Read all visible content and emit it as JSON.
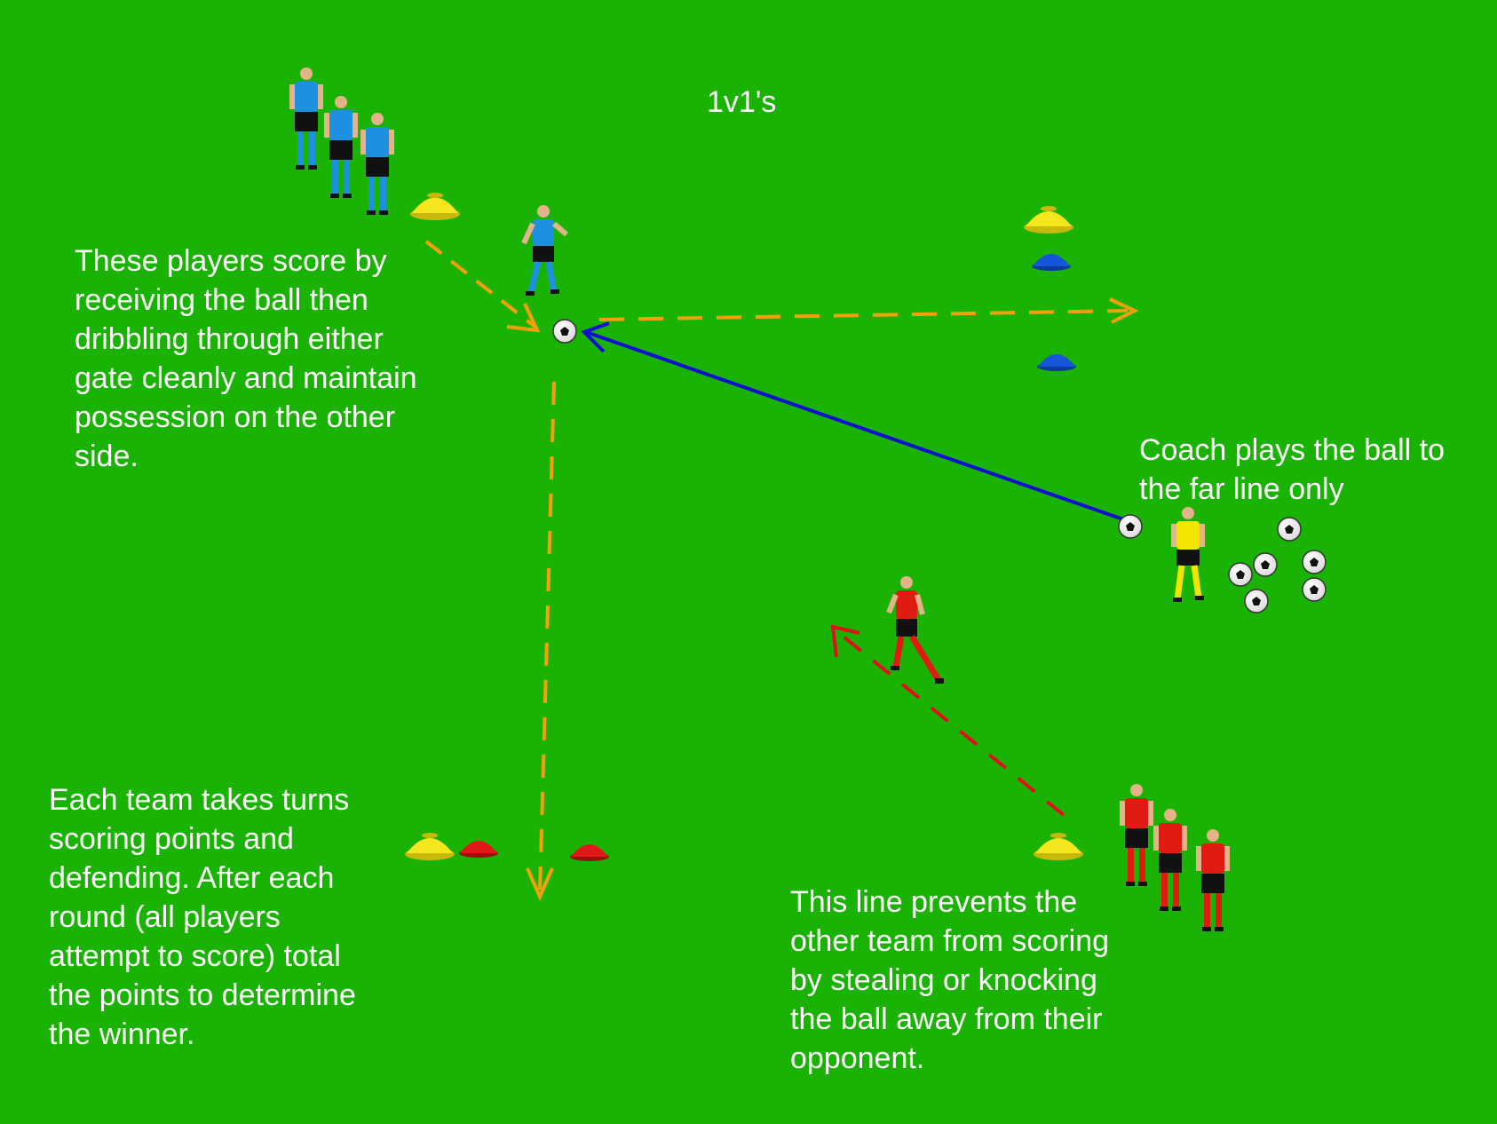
{
  "title": "1v1's",
  "notes": {
    "top_left": "These players score by\nreceiving the ball then\ndribbling through either\ngate cleanly and maintain\npossession on the other\nside.",
    "coach": "Coach plays the ball to\nthe far line only",
    "bottom_left": "Each team takes turns\nscoring points and\ndefending. After each\nround (all players\nattempt to score) total\nthe points to determine\nthe winner.",
    "bottom_right": "This line prevents the\nother team from scoring\nby stealing or knocking\nthe ball away from their\nopponent."
  },
  "colors": {
    "pitch": "#1ab303",
    "blue_team": "#1e90e0",
    "red_team": "#e01b12",
    "coach": "#f2e600",
    "orange_arrow": "#f5a00a",
    "blue_arrow": "#1010d0",
    "red_arrow": "#e0101a",
    "cone_yellow": "#f5e61e",
    "cone_blue": "#1555d8",
    "cone_red": "#e01818"
  },
  "icons": [
    "player-figure",
    "soccer-ball",
    "cone"
  ]
}
